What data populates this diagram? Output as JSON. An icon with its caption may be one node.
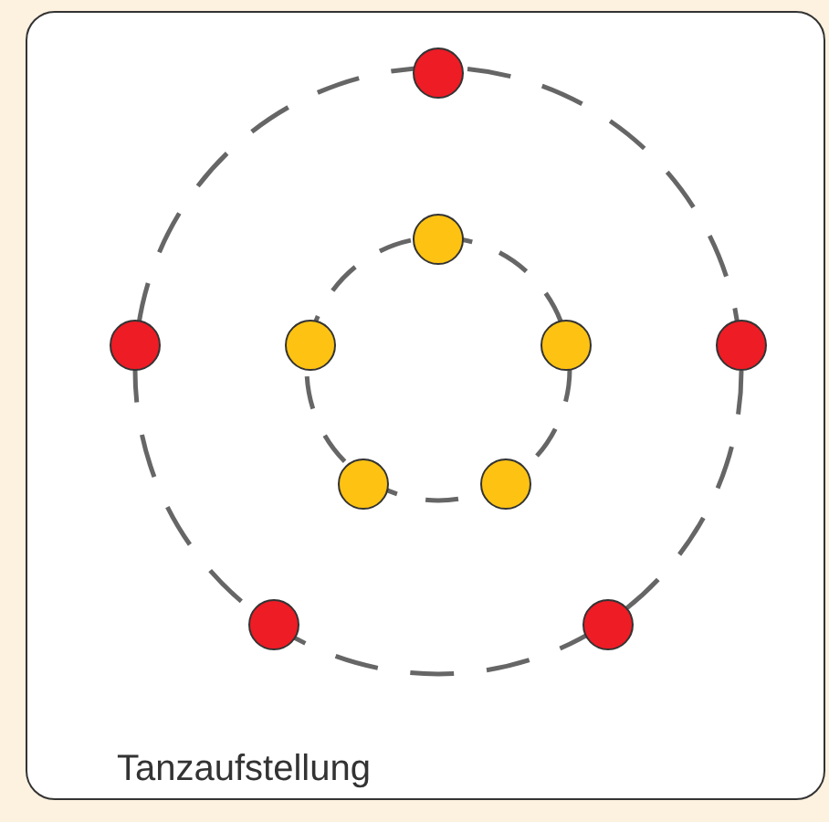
{
  "diagram": {
    "nodes": [
      {
        "text": [],
        "shape": "circle"
      },
      {
        "text": [],
        "shape": "circle"
      },
      {
        "text": [],
        "shape": "circle"
      },
      {
        "text": [],
        "shape": "circle"
      },
      {
        "text": [],
        "shape": "circle"
      },
      {
        "text": [],
        "shape": "circle"
      },
      {
        "text": [],
        "shape": "circle"
      },
      {
        "text": [],
        "shape": "circle"
      },
      {
        "text": [],
        "shape": "circle"
      },
      {
        "text": [],
        "shape": "circle"
      }
    ],
    "labels": [
      "Tanzaufstellung"
    ]
  }
}
